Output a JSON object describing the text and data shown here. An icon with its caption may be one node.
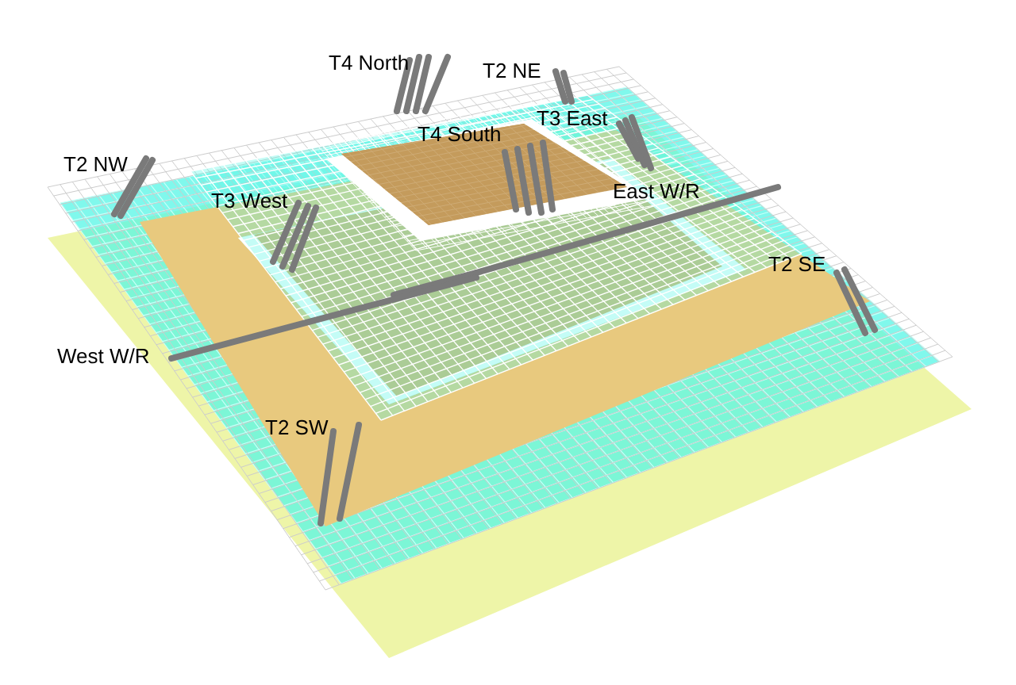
{
  "diagram": {
    "labels": [
      "T4 North",
      "T2 NE",
      "T3 East",
      "T4 South",
      "T2 NW",
      "East W/R",
      "T3 West",
      "T2 SE",
      "West W/R",
      "T2 SW"
    ]
  }
}
